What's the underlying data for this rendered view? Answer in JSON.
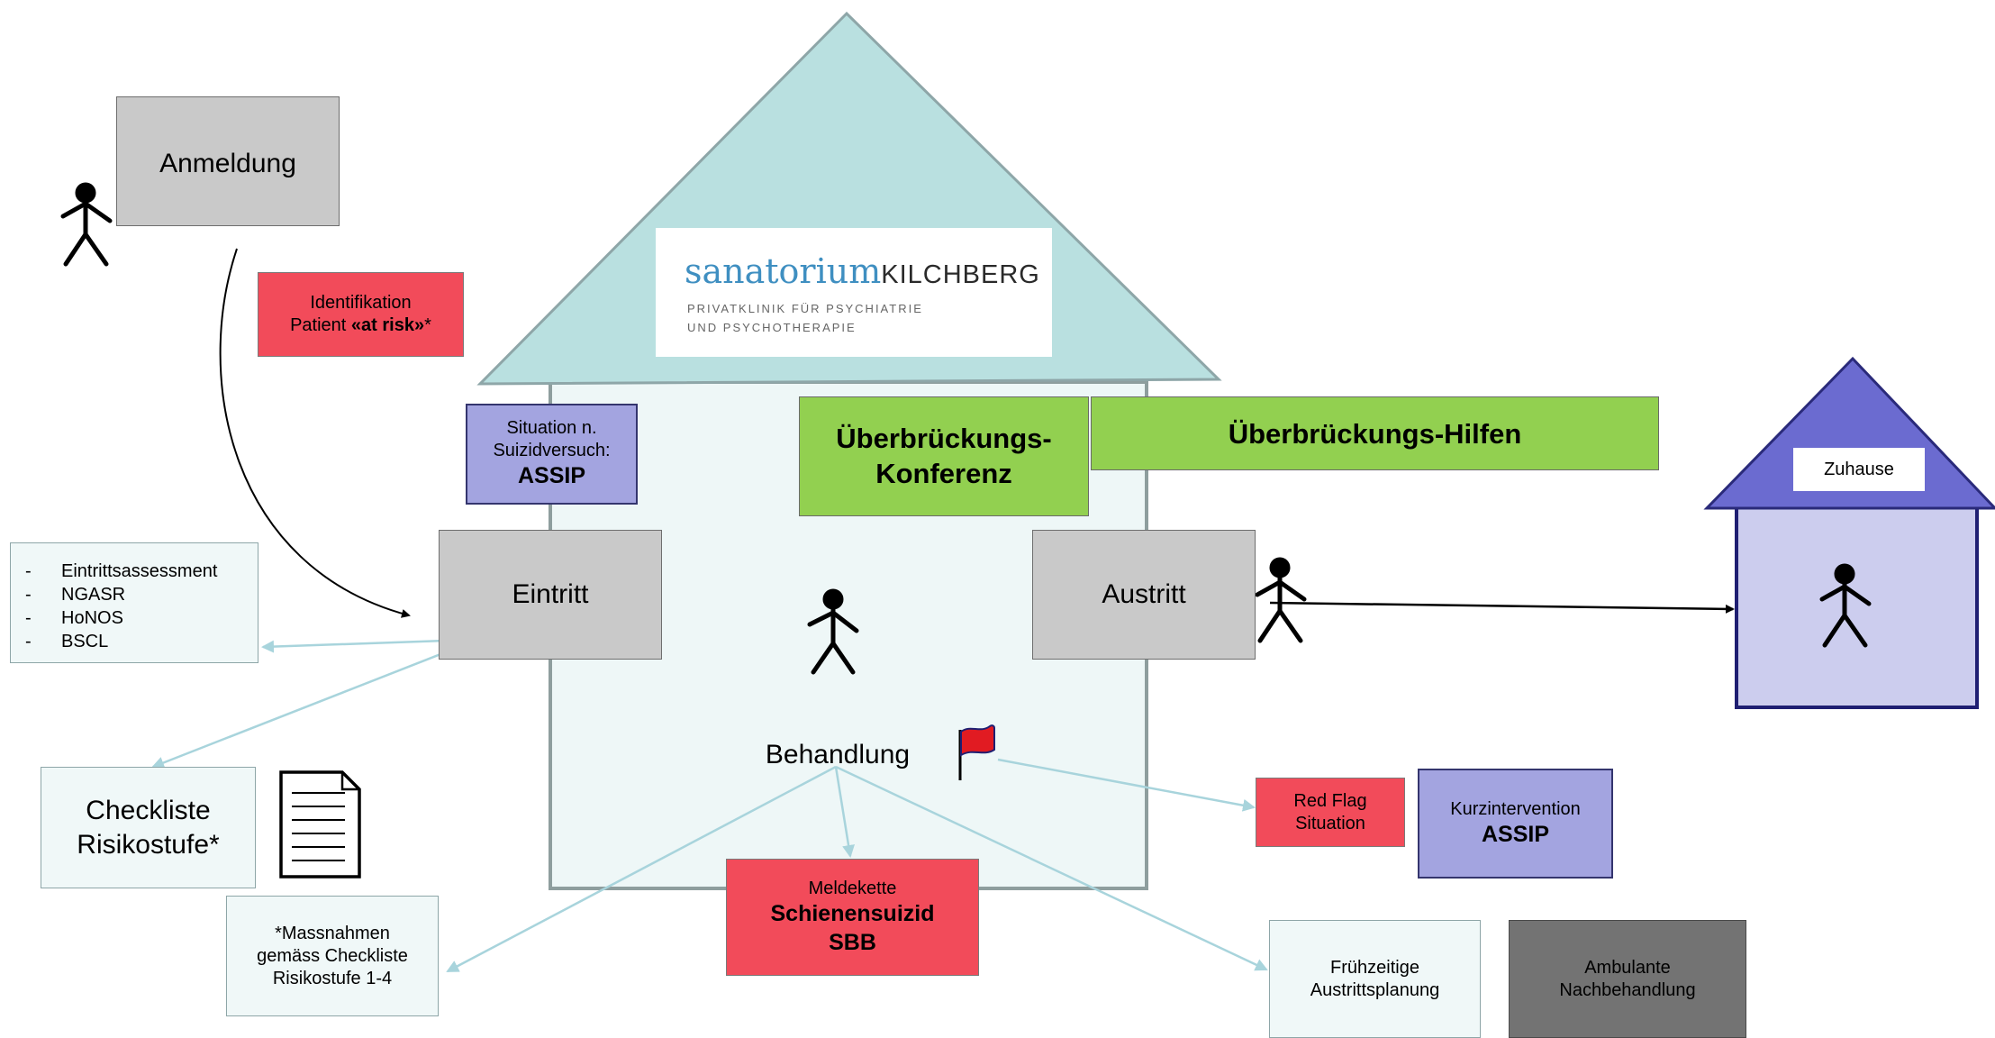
{
  "logo": {
    "name_part1": "sanatorium",
    "name_part2": "KILCHBERG",
    "subtitle_line1": "PRIVATKLINIK FÜR PSYCHIATRIE",
    "subtitle_line2": "UND PSYCHOTHERAPIE"
  },
  "boxes": {
    "anmeldung": "Anmeldung",
    "identifikation": {
      "line1": "Identifikation",
      "line2_pre": "Patient ",
      "line2_bold": "«at risk»",
      "line2_post": "*"
    },
    "situation": {
      "line1": "Situation  n.",
      "line2": "Suizidversuch:",
      "bold": "ASSIP"
    },
    "eintritt": "Eintritt",
    "konferenz": {
      "line1": "Überbrückungs-",
      "line2": "Konferenz"
    },
    "hilfen": "Überbrückungs-Hilfen",
    "austritt": "Austritt",
    "zuhause": "Zuhause",
    "behandlung": "Behandlung",
    "checkliste": {
      "line1": "Checkliste",
      "line2": "Risikostufe*"
    },
    "massnahmen": {
      "line1": "*Massnahmen",
      "line2": "gemäss Checkliste",
      "line3": "Risikostufe 1-4"
    },
    "meldekette": {
      "line1": "Meldekette",
      "line2": "Schienensuizid",
      "line3": "SBB"
    },
    "redflag": {
      "line1": "Red Flag",
      "line2": "Situation"
    },
    "kurzintervention": {
      "line1": "Kurzintervention",
      "bold": "ASSIP"
    },
    "fruehzeitige": {
      "line1": "Frühzeitige",
      "line2": "Austrittsplanung"
    },
    "ambulante": {
      "line1": "Ambulante",
      "line2": "Nachbehandlung"
    }
  },
  "assessment_list": [
    "Eintrittsassessment",
    "NGASR",
    "HoNOS",
    "BSCL"
  ],
  "list_marker": "-",
  "warning_mark": "!",
  "colors": {
    "house_roof": "#b9e0e0",
    "house_body": "#eef7f7",
    "home_roof": "#6b6bd0",
    "home_body": "#cccdee",
    "alert_red": "#f24b5a",
    "green": "#92d050",
    "purple": "#a3a4e0"
  },
  "icons": [
    "warning-icon",
    "stick-figure-icon",
    "document-icon",
    "red-flag-icon"
  ]
}
